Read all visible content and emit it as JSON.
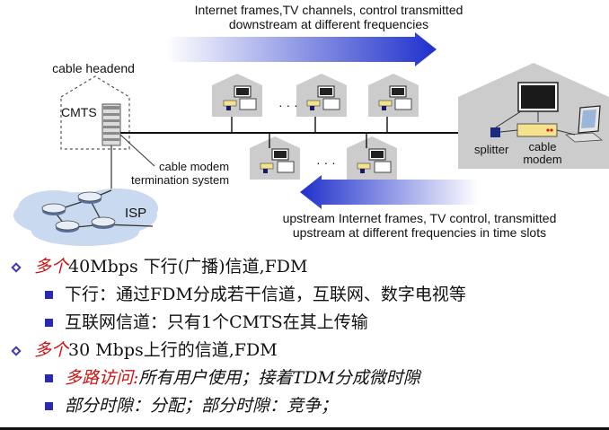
{
  "diagram": {
    "downstream_line1": "Internet frames,TV channels, control  transmitted",
    "downstream_line2": "downstream at different frequencies",
    "headend_label": "cable headend",
    "cmts_label": "CMTS",
    "cmts_desc_line1": "cable modem",
    "cmts_desc_line2": "termination system",
    "isp_label": "ISP",
    "splitter_label": "splitter",
    "modem_line1": "cable",
    "modem_line2": "modem",
    "ellipsis_top": "· · ·",
    "ellipsis_bottom": "· · ·",
    "upstream_line1": "upstream Internet frames, TV control,  transmitted",
    "upstream_line2": "upstream at different frequencies in time slots",
    "colors": {
      "arrow_blue": "#2233cc",
      "house_gray": "#cccccc",
      "modem_yellow": "#f4e28c",
      "isp_cloud": "#c9d9ef"
    }
  },
  "bullets": [
    {
      "red": "多个",
      "text": "40Mbps 下行(广播)信道,FDM"
    },
    {
      "text": "下行：通过FDM分成若干信道，互联网、数字电视等"
    },
    {
      "text": "互联网信道：只有1个CMTS在其上传输"
    },
    {
      "red": "多个",
      "text": "30 Mbps上行的信道,FDM"
    },
    {
      "red": "多路访问:",
      "text": "所有用户使用；接着TDM分成微时隙"
    },
    {
      "text": "部分时隙：分配；部分时隙：竞争；"
    }
  ]
}
